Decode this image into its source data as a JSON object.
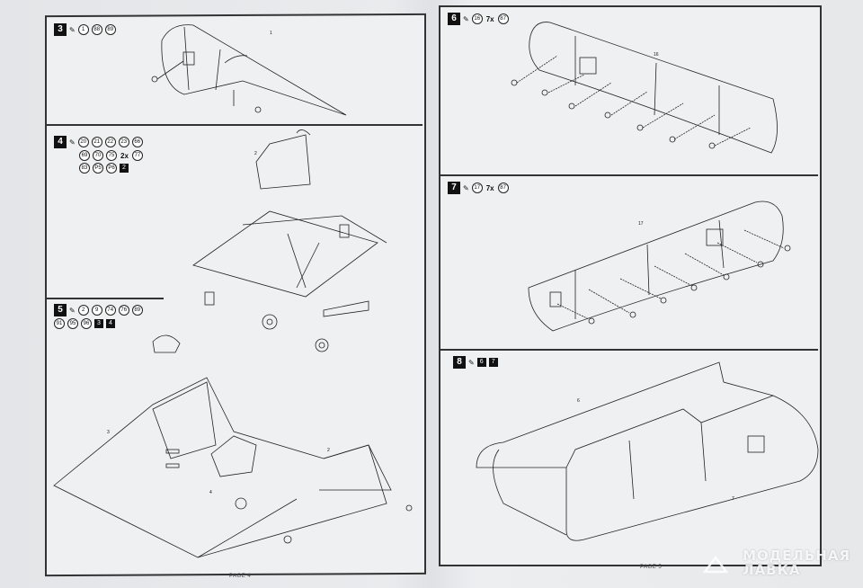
{
  "left_page": {
    "page_label": "PAGE 4",
    "steps": [
      {
        "num": "3",
        "rows": [
          [
            "1",
            "88",
            "89"
          ]
        ],
        "parts": [
          "1",
          "88",
          "89"
        ]
      },
      {
        "num": "4",
        "rows": [
          [
            "20",
            "21",
            "22",
            "23",
            "66"
          ],
          [
            "69",
            "70",
            "75",
            "2x",
            "77"
          ],
          [
            "83",
            "P5",
            "P6",
            "2"
          ]
        ],
        "parts": [
          "22",
          "21",
          "2"
        ]
      },
      {
        "num": "5",
        "rows": [
          [
            "2",
            "9",
            "74",
            "76",
            "89"
          ],
          [
            "91",
            "95",
            "96",
            "3",
            "4"
          ]
        ],
        "parts": [
          "3",
          "4",
          "2",
          "89",
          "91"
        ]
      }
    ]
  },
  "right_page": {
    "page_label": "PAGE 5",
    "steps": [
      {
        "num": "6",
        "rows": [
          [
            "16",
            "7x",
            "87"
          ]
        ],
        "parts": [
          "16",
          "87"
        ]
      },
      {
        "num": "7",
        "rows": [
          [
            "17",
            "7x",
            "87"
          ]
        ],
        "parts": [
          "17",
          "87"
        ]
      },
      {
        "num": "8",
        "rows": [
          [
            "6",
            "7"
          ]
        ],
        "parts": [
          "6",
          "7"
        ]
      }
    ]
  },
  "watermark": {
    "line1": "МОДЕЛЬНАЯ",
    "line2": "ЛАВКА"
  }
}
